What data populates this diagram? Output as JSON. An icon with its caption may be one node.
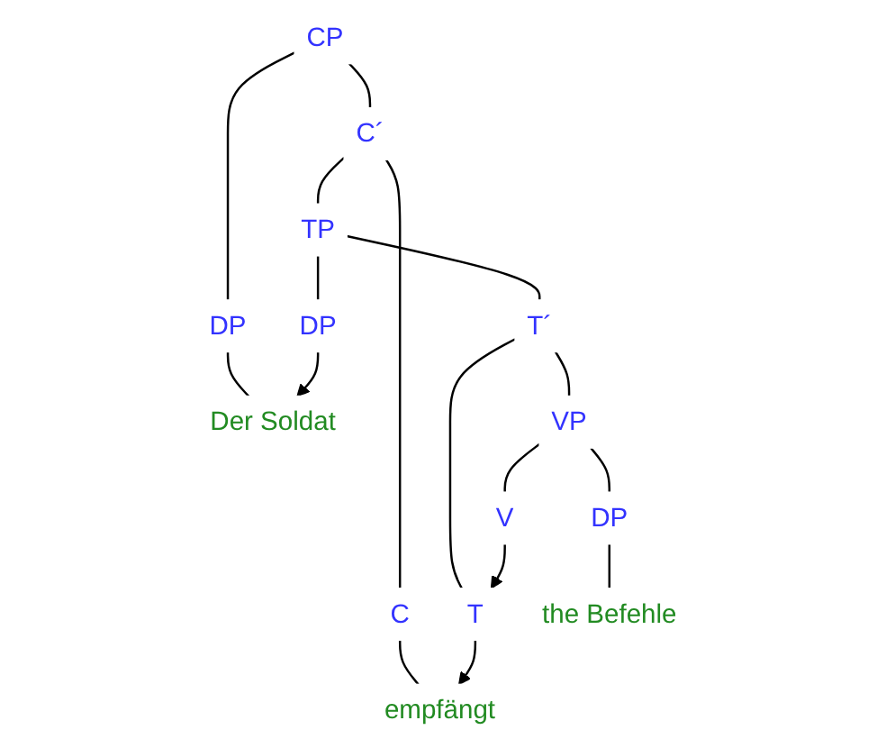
{
  "diagram": {
    "nodes": [
      {
        "text": [
          "CP"
        ]
      },
      {
        "text": [
          "DP"
        ]
      },
      {
        "text": [
          "C´"
        ]
      },
      {
        "text": [
          "Der Soldat"
        ]
      },
      {
        "text": [
          "C"
        ]
      },
      {
        "text": [
          "TP"
        ]
      },
      {
        "text": [
          "empfängt"
        ]
      },
      {
        "text": [
          "DP"
        ]
      },
      {
        "text": [
          "T´"
        ]
      },
      {
        "text": [
          "VP"
        ]
      },
      {
        "text": [
          "T"
        ]
      },
      {
        "text": [
          "DP"
        ]
      },
      {
        "text": [
          "V"
        ]
      },
      {
        "text": [
          "the Befehle"
        ]
      }
    ],
    "edges": [
      {
        "from": 0,
        "to": 1,
        "arrow": "none"
      },
      {
        "from": 0,
        "to": 2,
        "arrow": "none"
      },
      {
        "from": 1,
        "to": 3,
        "arrow": "none"
      },
      {
        "from": 2,
        "to": 4,
        "arrow": "none"
      },
      {
        "from": 2,
        "to": 5,
        "arrow": "none"
      },
      {
        "from": 4,
        "to": 6,
        "arrow": "none"
      },
      {
        "from": 5,
        "to": 7,
        "arrow": "none"
      },
      {
        "from": 5,
        "to": 8,
        "arrow": "none"
      },
      {
        "from": 8,
        "to": 9,
        "arrow": "none"
      },
      {
        "from": 8,
        "to": 10,
        "arrow": "none"
      },
      {
        "from": 9,
        "to": 11,
        "arrow": "none"
      },
      {
        "from": 9,
        "to": 12,
        "arrow": "none"
      },
      {
        "from": 11,
        "to": 13,
        "arrow": "none"
      },
      {
        "from": 7,
        "to": 3,
        "arrow": "to"
      },
      {
        "from": 12,
        "to": 10,
        "arrow": "to"
      },
      {
        "from": 10,
        "to": 6,
        "arrow": "to"
      }
    ]
  }
}
